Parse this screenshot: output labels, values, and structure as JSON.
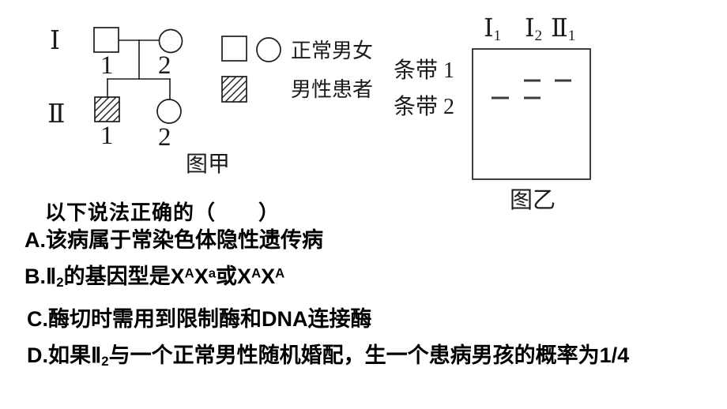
{
  "figure_jia": {
    "caption": "图甲",
    "generations": [
      "Ⅰ",
      "Ⅱ"
    ],
    "members": [
      {
        "id": "I-1",
        "label": "1",
        "sex": "male",
        "affected": false
      },
      {
        "id": "I-2",
        "label": "2",
        "sex": "female",
        "affected": false
      },
      {
        "id": "II-1",
        "label": "1",
        "sex": "male",
        "affected": true
      },
      {
        "id": "II-2",
        "label": "2",
        "sex": "female",
        "affected": false
      }
    ]
  },
  "legend": {
    "normal_label": "正常男女",
    "affected_label": "男性患者"
  },
  "figure_yi": {
    "caption": "图乙",
    "lanes": [
      {
        "base": "Ⅰ",
        "sub": "1"
      },
      {
        "base": "Ⅰ",
        "sub": "2"
      },
      {
        "base": "Ⅱ",
        "sub": "1"
      }
    ],
    "row_labels": [
      "条带 1",
      "条带 2"
    ],
    "band_matrix": {
      "band1_present_in": [
        "Ⅰ2",
        "Ⅱ1"
      ],
      "band2_present_in": [
        "Ⅰ1",
        "Ⅰ2"
      ]
    }
  },
  "question": {
    "stem": "以下说法正确的（　　）",
    "options": {
      "a": "A.该病属于常染色体隐性遗传病",
      "b": {
        "parts": [
          "B.Ⅱ",
          "2",
          "的基因型是X",
          "A",
          "X",
          "a",
          "或X",
          "A",
          "X",
          "A"
        ]
      },
      "c": "C.酶切时需用到限制酶和DNA连接酶",
      "d": {
        "parts": [
          "D.如果Ⅱ",
          "2",
          "与一个正常男性随机婚配，生一个患病男孩的概率为1/4"
        ]
      }
    }
  },
  "colors": {
    "ink": "#1c1c1c",
    "band": "#3d3d3d",
    "background": "#ffffff"
  }
}
